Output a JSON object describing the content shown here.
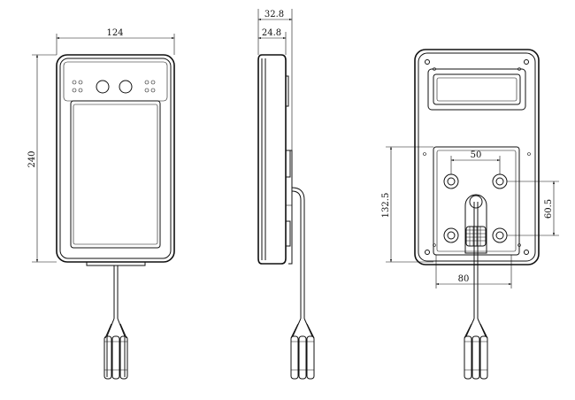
{
  "dimensions": {
    "front_width": "124",
    "front_height": "240",
    "side_total_depth": "32.8",
    "side_body_depth": "24.8",
    "back_hole_horizontal": "50",
    "back_hole_vertical": "60.5",
    "back_plate_height": "132.5",
    "back_plate_width": "80"
  }
}
